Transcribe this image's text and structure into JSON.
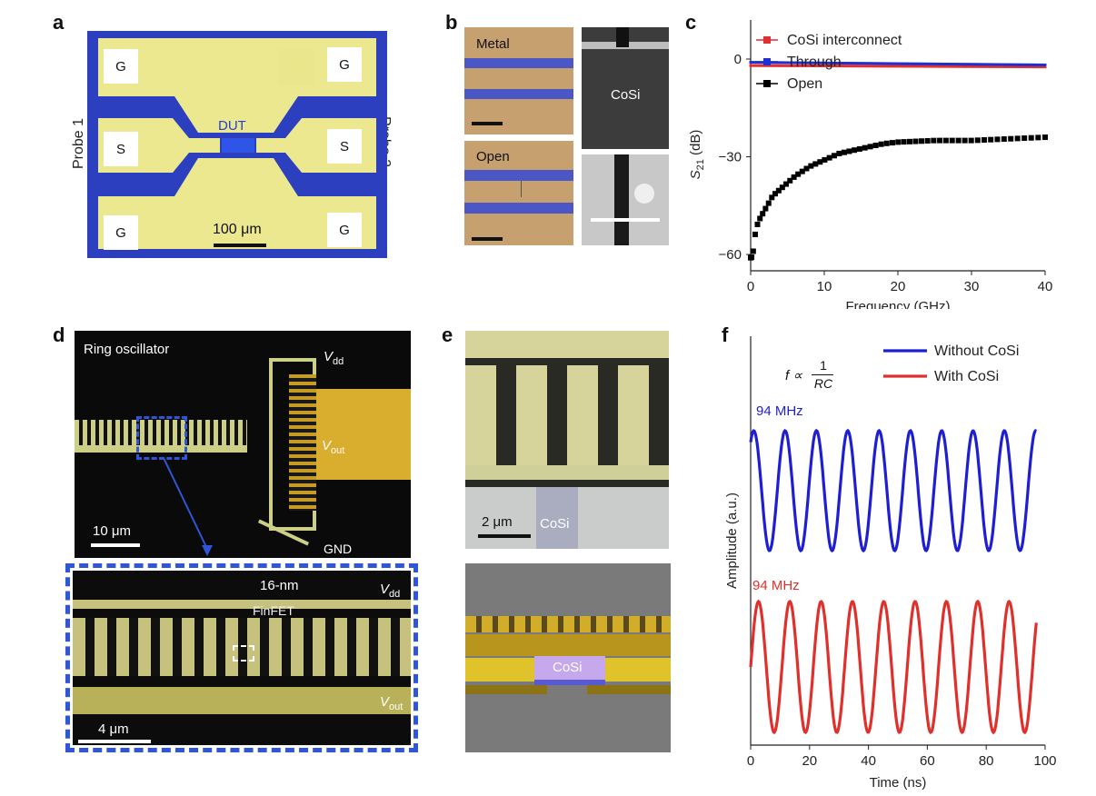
{
  "panels": {
    "a": {
      "letter": "a",
      "probe1": "Probe 1",
      "probe2": "Probe 2",
      "pads": [
        "G",
        "G",
        "S",
        "S",
        "G",
        "G"
      ],
      "dut": "DUT",
      "scale": "100 μm",
      "colors": {
        "substrate": "#2c3fbf",
        "metal": "#ece890"
      }
    },
    "b": {
      "letter": "b",
      "metal_label": "Metal",
      "open_label": "Open",
      "cosi_label": "CoSi",
      "colors": {
        "tan": "#c7a06f",
        "line": "#4a57c4"
      }
    },
    "c": {
      "letter": "c",
      "legend": [
        "CoSi interconnect",
        "Through",
        "Open"
      ]
    },
    "d": {
      "letter": "d",
      "title": "Ring oscillator",
      "vdd_label": "V",
      "vdd_sub": "dd",
      "vout_label": "V",
      "vout_sub": "out",
      "gnd_label": "GND",
      "scale_top": "10 μm",
      "node_label": "16-nm",
      "finfet_label": "FinFET",
      "scale_bottom": "4 μm"
    },
    "e": {
      "letter": "e",
      "scale": "2 μm",
      "cosi_label": "CoSi",
      "cosi_label_3d": "CoSi"
    },
    "f": {
      "letter": "f",
      "formula_lhs": "f ∝",
      "formula_num": "1",
      "formula_den": "RC",
      "freq_blue": "94 MHz",
      "freq_red": "94 MHz"
    }
  },
  "chart_data": [
    {
      "id": "c",
      "type": "scatter",
      "xlabel": "Frequency (GHz)",
      "ylabel_main": "S",
      "ylabel_sub": "21",
      "ylabel_unit": " (dB)",
      "xlim": [
        0,
        40
      ],
      "ylim": [
        -65,
        12
      ],
      "xticks": [
        0,
        10,
        20,
        30,
        40
      ],
      "yticks": [
        0,
        -30,
        -60
      ],
      "legend_placement": "top-left",
      "series": [
        {
          "name": "CoSi interconnect",
          "color": "#e03030",
          "marker": "square",
          "x": [
            0,
            40
          ],
          "y": [
            -2,
            -2.4
          ]
        },
        {
          "name": "Through",
          "color": "#1f2fd0",
          "marker": "square",
          "x": [
            0,
            40
          ],
          "y": [
            -1.0,
            -1.8
          ]
        },
        {
          "name": "Open",
          "color": "#000000",
          "marker": "square",
          "x": [
            0.1,
            0.3,
            0.6,
            1,
            1.5,
            2,
            3,
            4,
            5,
            6,
            8,
            10,
            12,
            15,
            18,
            20,
            25,
            30,
            35,
            40
          ],
          "y": [
            -61,
            -60,
            -54,
            -50,
            -48,
            -46,
            -42,
            -40,
            -38,
            -36,
            -33,
            -31,
            -29,
            -27.5,
            -26,
            -25.5,
            -25,
            -25,
            -24.5,
            -24
          ]
        }
      ]
    },
    {
      "id": "f",
      "type": "line",
      "xlabel": "Time (ns)",
      "ylabel": "Amplitude (a.u.)",
      "xlim": [
        0,
        100
      ],
      "xticks": [
        0,
        20,
        40,
        60,
        80,
        100
      ],
      "legend_placement": "top-right",
      "frequency_mhz": 94,
      "series": [
        {
          "name": "Without CoSi",
          "color": "#1e1ed2",
          "x_range": [
            0,
            97
          ]
        },
        {
          "name": "With CoSi",
          "color": "#e0302c",
          "x_range": [
            0,
            97
          ]
        }
      ]
    }
  ]
}
